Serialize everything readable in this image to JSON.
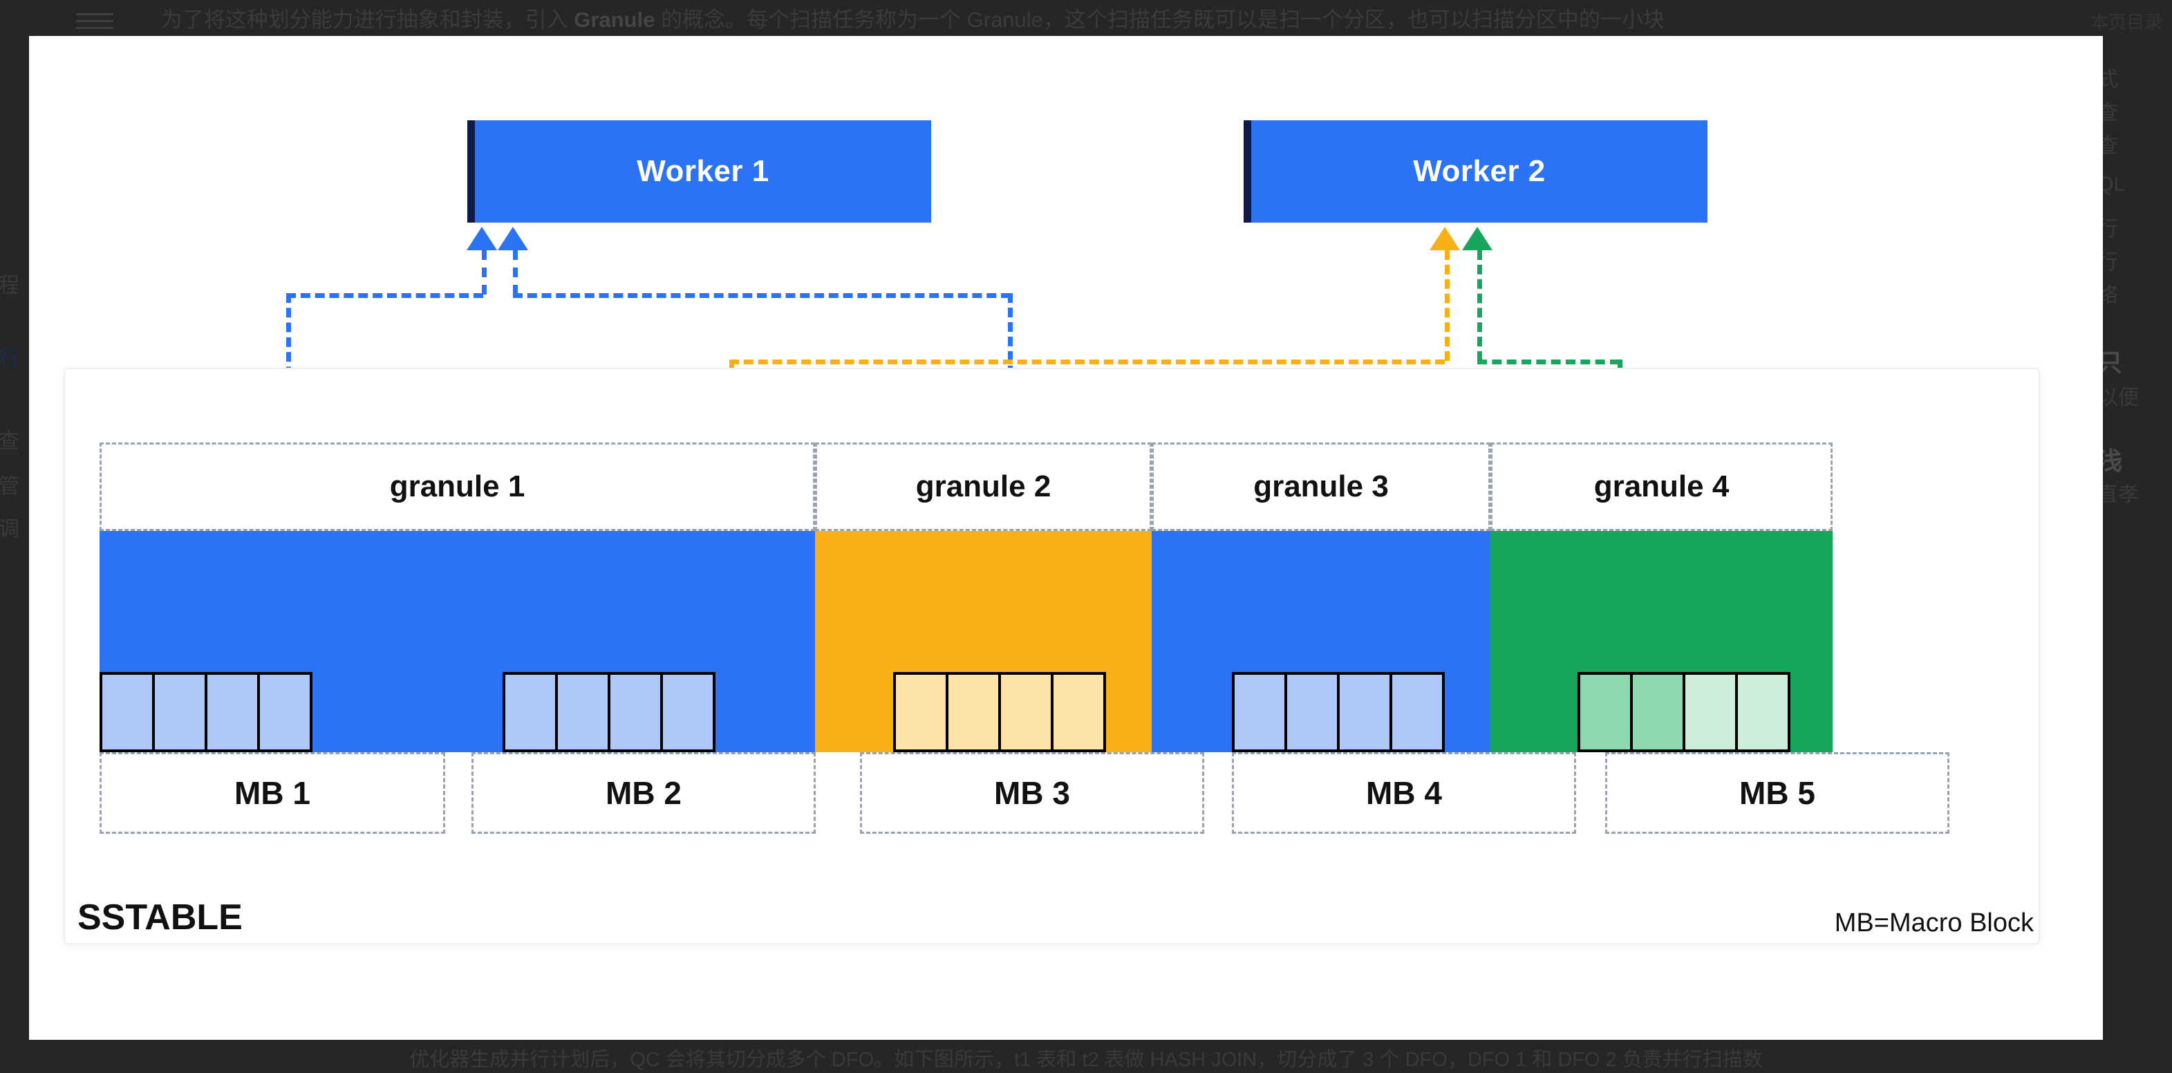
{
  "background": {
    "top_paragraph_before": "为了将这种划分能力进行抽象和封装，引入 ",
    "top_paragraph_bold": "Granule",
    "top_paragraph_after": " 的概念。每个扫描任务称为一个 Granule，这个扫描任务既可以是扫一个分区，也可以扫描分区中的一小块",
    "toc_label": "本页目录",
    "bottom_paragraph": "优化器生成并行计划后，QC 会将其切分成多个 DFO。如下图所示，t1 表和 t2 表做 HASH JOIN，切分成了 3 个 DFO，DFO 1 和 DFO 2 负责并行扫描数",
    "left_fragments": [
      "程",
      "行",
      "查",
      "管",
      "调"
    ],
    "right_fragments": [
      "式",
      "查",
      "查",
      "QL",
      "行",
      "行",
      "络",
      "只",
      "以便",
      "浅",
      "直孝"
    ]
  },
  "figure": {
    "workers": [
      {
        "id": "worker1",
        "label": "Worker 1"
      },
      {
        "id": "worker2",
        "label": "Worker 2"
      }
    ],
    "granules": [
      {
        "label": "granule 1"
      },
      {
        "label": "granule 2"
      },
      {
        "label": "granule 3"
      },
      {
        "label": "granule 4"
      }
    ],
    "macro_blocks": [
      {
        "label": "MB 1"
      },
      {
        "label": "MB 2"
      },
      {
        "label": "MB 3"
      },
      {
        "label": "MB 4"
      },
      {
        "label": "MB 5"
      }
    ],
    "sstable_label": "SSTABLE",
    "legend_label": "MB=Macro Block",
    "colors": {
      "blue": "#2b72f5",
      "blue_light": "#aec9f8",
      "orange": "#f9b015",
      "orange_light": "#fae3a8",
      "green": "#18a55c",
      "green_light": "#8ed9b0",
      "green_lighter": "#cdeedb",
      "worker_accent": "#0e1a4a",
      "dashed_gray": "#9aa3ad",
      "micro_border": "#000000",
      "panel_bg": "#ffffff"
    },
    "connections": [
      {
        "from": "granule 1",
        "to": "Worker 1",
        "color": "blue"
      },
      {
        "from": "granule 3",
        "to": "Worker 1",
        "color": "blue"
      },
      {
        "from": "granule 2",
        "to": "Worker 2",
        "color": "orange"
      },
      {
        "from": "granule 4",
        "to": "Worker 2",
        "color": "green"
      }
    ]
  }
}
